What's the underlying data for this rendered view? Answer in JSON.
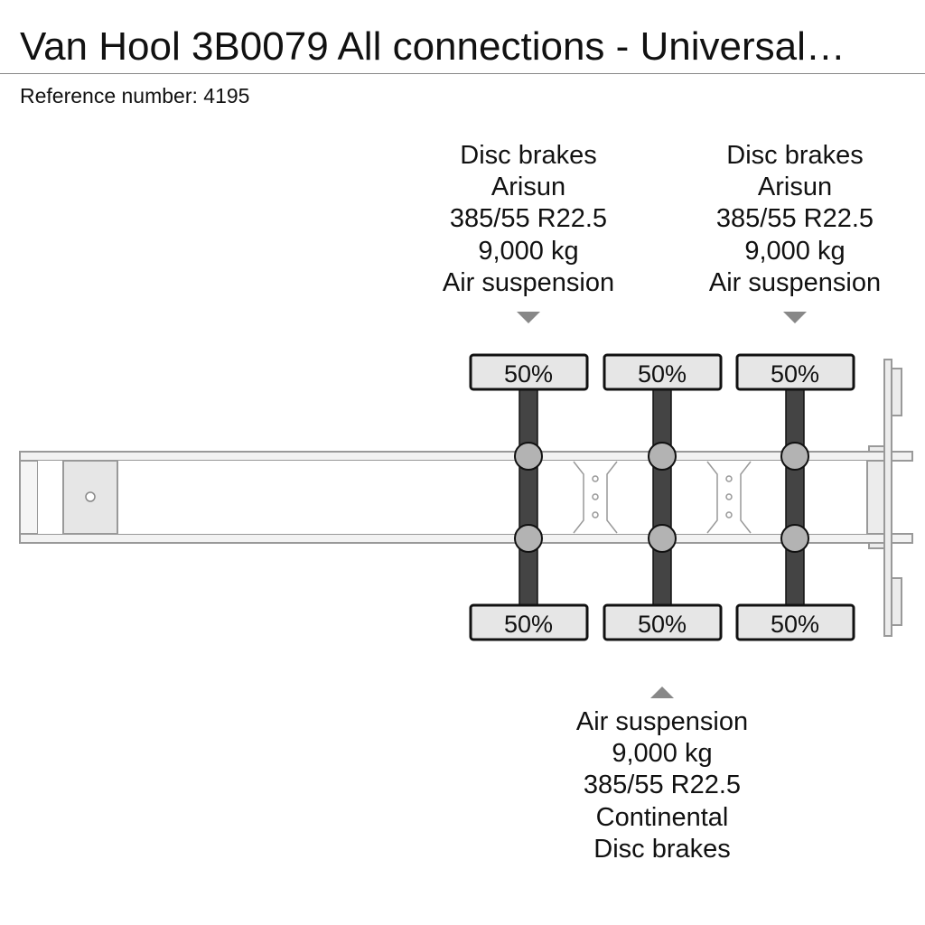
{
  "header": {
    "title": "Van Hool 3B0079 All connections - Universal…",
    "reference_label": "Reference number:",
    "reference_number": "4195"
  },
  "axles": [
    {
      "position": "top",
      "lines": [
        "Disc brakes",
        "Arisun",
        "385/55 R22.5",
        "9,000 kg",
        "Air suspension"
      ],
      "tire_left": "50%",
      "tire_right": "50%"
    },
    {
      "position": "bottom",
      "lines": [
        "Air suspension",
        "9,000 kg",
        "385/55 R22.5",
        "Continental",
        "Disc brakes"
      ],
      "tire_left": "50%",
      "tire_right": "50%"
    },
    {
      "position": "top",
      "lines": [
        "Disc brakes",
        "Arisun",
        "385/55 R22.5",
        "9,000 kg",
        "Air suspension"
      ],
      "tire_left": "50%",
      "tire_right": "50%"
    }
  ],
  "colors": {
    "tire_fill": "#e6e6e6",
    "tire_stroke": "#111111",
    "axle": "#444444",
    "hub": "#b3b3b3",
    "chassis": "#999999",
    "marker": "#888888"
  }
}
